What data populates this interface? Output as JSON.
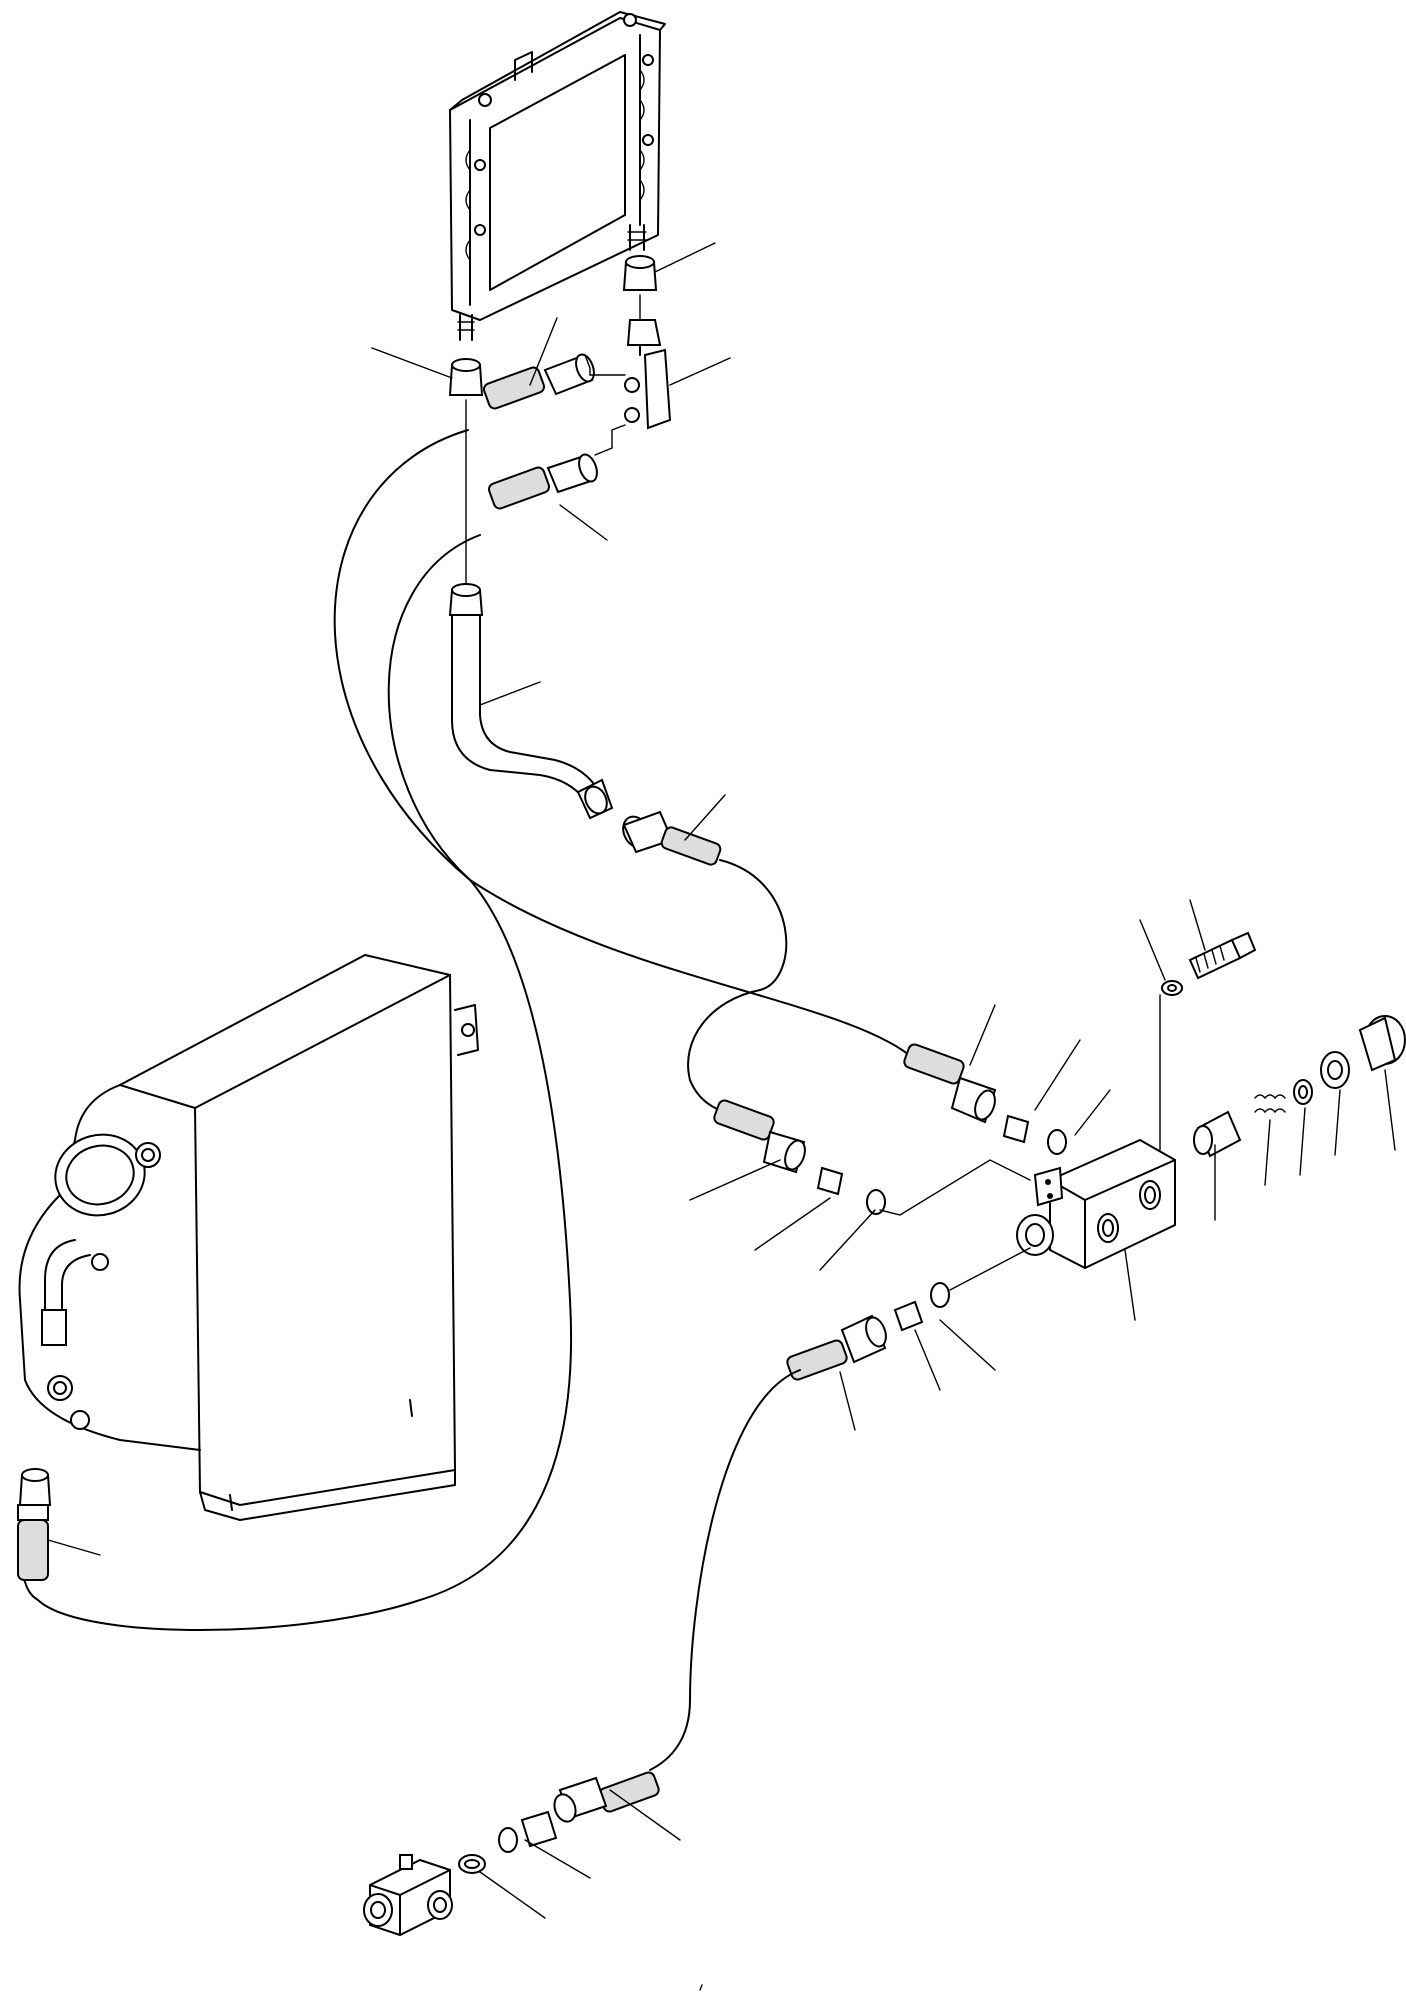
{
  "diagram": {
    "components": [
      {
        "id": "oil-cooler",
        "name": "oil-cooler-core"
      },
      {
        "id": "tank",
        "name": "hydraulic-tank"
      },
      {
        "id": "valve-block",
        "name": "valve-block"
      },
      {
        "id": "tee-fitting",
        "name": "tee-fitting"
      },
      {
        "id": "bottom-tee",
        "name": "bottom-tee-fitting"
      }
    ],
    "colors": {
      "line": "#000000",
      "hose_fill": "#dddddd",
      "background": "#ffffff"
    }
  }
}
